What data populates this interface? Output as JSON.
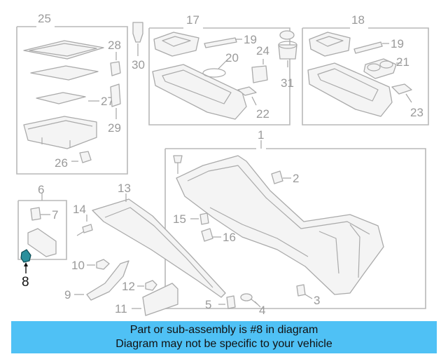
{
  "diagram": {
    "callouts": {
      "c1": "1",
      "c2": "2",
      "c3": "3",
      "c4": "4",
      "c5": "5",
      "c6": "6",
      "c7": "7",
      "c8": "8",
      "c9": "9",
      "c10": "10",
      "c11": "11",
      "c12": "12",
      "c13": "13",
      "c14": "14",
      "c15": "15",
      "c16": "16",
      "c17": "17",
      "c18": "18",
      "c19a": "19",
      "c19b": "19",
      "c20": "20",
      "c21": "21",
      "c22": "22",
      "c23": "23",
      "c24": "24",
      "c25": "25",
      "c26": "26",
      "c27": "27",
      "c28": "28",
      "c29": "29",
      "c30": "30",
      "c31": "31"
    },
    "highlight_part": "8",
    "highlight_color": "#2a8f9c"
  },
  "banner": {
    "line1": "Part or sub-assembly is #8 in diagram",
    "line2": "Diagram may not be specific to your vehicle",
    "background": "#4fc1f5"
  }
}
